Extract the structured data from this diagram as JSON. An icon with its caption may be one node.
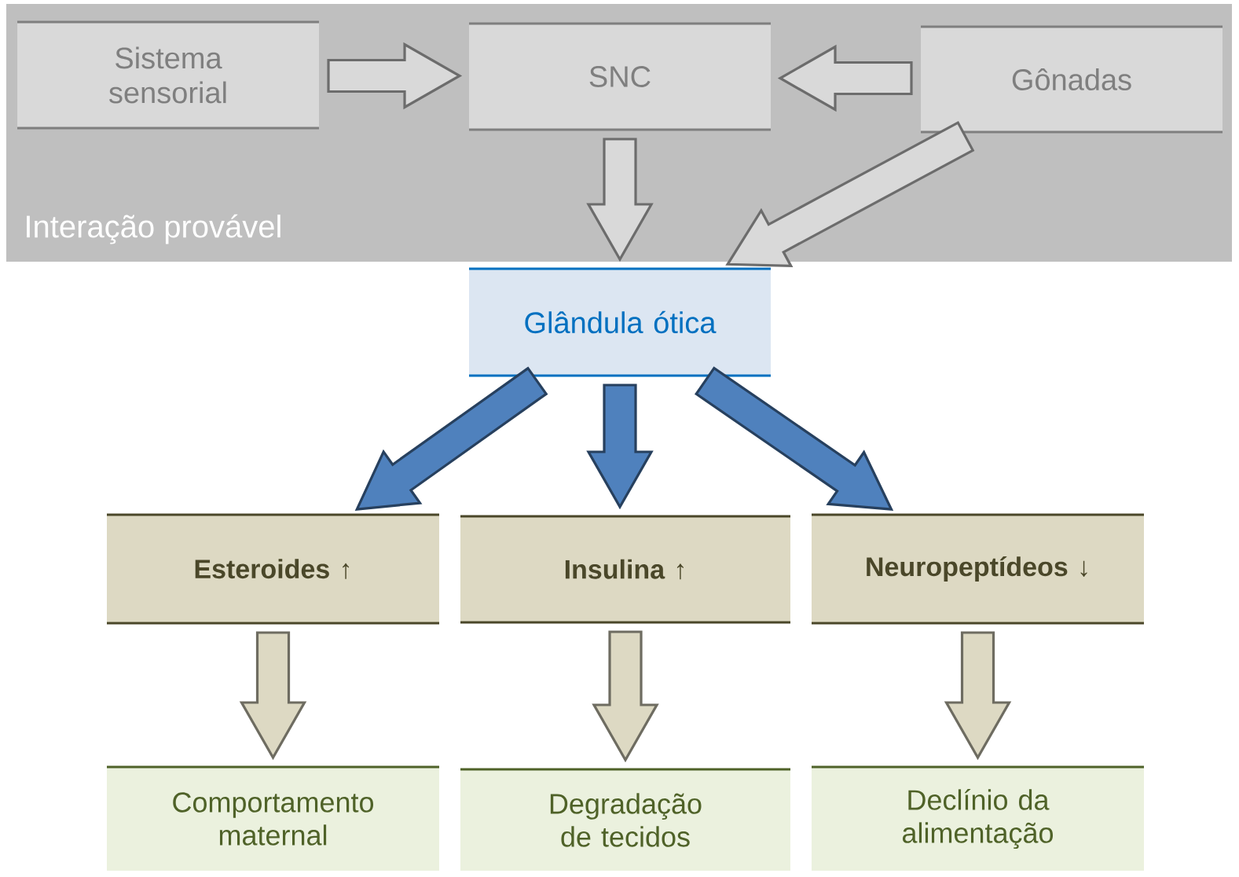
{
  "diagram": {
    "nodes": [
      {
        "text": [
          "Interação provável"
        ]
      },
      {
        "text": [
          "Sistema sensorial"
        ],
        "in": 0
      },
      {
        "text": [
          "SNC"
        ],
        "in": 0
      },
      {
        "text": [
          "Gônadas"
        ],
        "in": 0
      },
      {
        "text": [
          "Glândula ótica"
        ]
      },
      {
        "text": [
          "Esteroides ↑"
        ]
      },
      {
        "text": [
          "Insulina ↑"
        ]
      },
      {
        "text": [
          "Neuropeptídeos ↓"
        ]
      },
      {
        "text": [
          "Comportamento maternal"
        ]
      },
      {
        "text": [
          "Degradação de tecidos"
        ]
      },
      {
        "text": [
          "Declínio da alimentação"
        ]
      }
    ],
    "edges": [
      {
        "from": 1,
        "to": 2,
        "arrow": "to"
      },
      {
        "from": 3,
        "to": 2,
        "arrow": "to"
      },
      {
        "from": 2,
        "to": 4,
        "arrow": "to"
      },
      {
        "from": 3,
        "to": 4,
        "arrow": "to"
      },
      {
        "from": 4,
        "to": 5,
        "arrow": "to",
        "color": "#4f81bd"
      },
      {
        "from": 4,
        "to": 6,
        "arrow": "to",
        "color": "#4f81bd"
      },
      {
        "from": 4,
        "to": 7,
        "arrow": "to",
        "color": "#4f81bd"
      },
      {
        "from": 5,
        "to": 8,
        "arrow": "to",
        "color": "#ddd9c3"
      },
      {
        "from": 6,
        "to": 9,
        "arrow": "to",
        "color": "#ddd9c3"
      },
      {
        "from": 7,
        "to": 10,
        "arrow": "to",
        "color": "#ddd9c3"
      }
    ]
  }
}
